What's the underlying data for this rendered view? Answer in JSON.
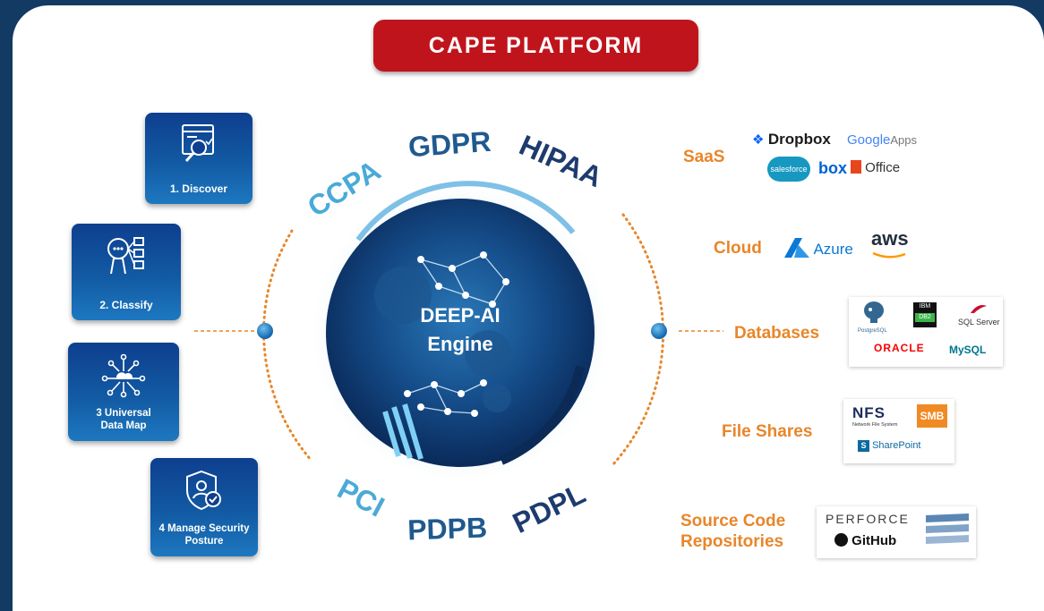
{
  "title": "CAPE PLATFORM",
  "engine": {
    "line1": "DEEP-AI",
    "line2": "Engine"
  },
  "steps": [
    {
      "label": "1. Discover",
      "icon": "discover-icon"
    },
    {
      "label": "2. Classify",
      "icon": "classify-icon"
    },
    {
      "label": "3 Universal\nData Map",
      "icon": "data-map-icon"
    },
    {
      "label": "4 Manage Security\nPosture",
      "icon": "security-posture-icon"
    }
  ],
  "compliance": [
    "CCPA",
    "GDPR",
    "HIPAA",
    "PCI",
    "PDPB",
    "PDPL"
  ],
  "categories": {
    "saas": {
      "label": "SaaS",
      "logos": {
        "dropbox": "Dropbox",
        "google_apps_google": "Google",
        "google_apps_apps": "Apps",
        "salesforce": "salesforce",
        "box": "box",
        "office": "Office"
      }
    },
    "cloud": {
      "label": "Cloud",
      "logos": {
        "azure": "Azure",
        "aws": "aws"
      }
    },
    "databases": {
      "label": "Databases",
      "logos": {
        "postgresql": "PostgreSQL",
        "ibm": "IBM",
        "db2": "DB2",
        "sqlserver": "SQL Server",
        "oracle": "ORACLE",
        "mysql": "MySQL"
      }
    },
    "fileshares": {
      "label": "File Shares",
      "logos": {
        "nfs": "NFS",
        "nfs_sub": "Network File System",
        "smb": "SMB",
        "sharepoint": "SharePoint"
      }
    },
    "source": {
      "label": "Source Code\nRepositories",
      "logos": {
        "perforce": "PERFORCE",
        "github": "GitHub"
      }
    }
  },
  "colors": {
    "background": "#123a63",
    "title_bg": "#c0141c",
    "category": "#e8862a",
    "compliance_light": "#4aaad8",
    "compliance_dark": "#1d3b6e"
  }
}
